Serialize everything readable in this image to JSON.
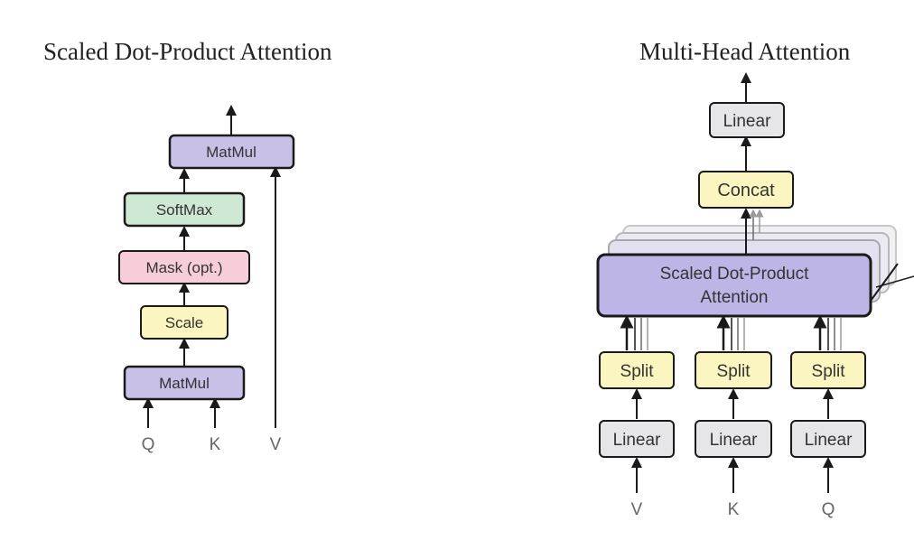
{
  "scaled_dot_product": {
    "title": "Scaled Dot-Product Attention",
    "blocks": {
      "matmul_top": "MatMul",
      "softmax": "SoftMax",
      "mask": "Mask (opt.)",
      "scale": "Scale",
      "matmul_bottom": "MatMul"
    },
    "inputs": {
      "q": "Q",
      "k": "K",
      "v": "V"
    }
  },
  "multi_head": {
    "title": "Multi-Head Attention",
    "blocks": {
      "linear_top": "Linear",
      "concat": "Concat",
      "attention_line1": "Scaled Dot-Product",
      "attention_line2": "Attention",
      "split_v": "Split",
      "split_k": "Split",
      "split_q": "Split",
      "linear_v": "Linear",
      "linear_k": "Linear",
      "linear_q": "Linear"
    },
    "inputs": {
      "v": "V",
      "k": "K",
      "q": "Q"
    }
  },
  "colors": {
    "matmul": "#c8c0e6",
    "softmax": "#cfe8d4",
    "mask": "#f6cdd9",
    "scale": "#fbf6c0",
    "linear": "#e6e6e8",
    "concat": "#fbf6c0",
    "split": "#fbf6c0",
    "attention": "#bdb5e6",
    "stroke": "#1a1a1a"
  }
}
